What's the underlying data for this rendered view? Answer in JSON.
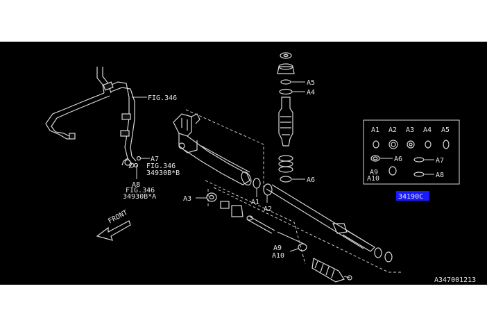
{
  "diagram": {
    "figure_id": "A347001213",
    "callouts": {
      "fig346_top": "FIG.346",
      "a7": "A7",
      "fig346_mid": "FIG.346",
      "part_34930b_b": "34930B*B",
      "a8": "A8",
      "fig346_bottom": "FIG.346",
      "part_34930b_a": "34930B*A",
      "a5": "A5",
      "a4": "A4",
      "a6_main": "A6",
      "a1": "A1",
      "a2": "A2",
      "a3": "A3",
      "a9": "A9",
      "a10": "A10",
      "front": "FRONT"
    },
    "kit": {
      "part_number": "34190C",
      "top_labels": [
        "A1",
        "A2",
        "A3",
        "A4",
        "A5"
      ],
      "a6": "A6",
      "a7": "A7",
      "a8": "A8",
      "a9": "A9",
      "a10": "A10"
    }
  },
  "colors": {
    "background": "#000000",
    "line": "#d8d8d8",
    "highlight": "#1a1aff",
    "page": "#ffffff"
  }
}
